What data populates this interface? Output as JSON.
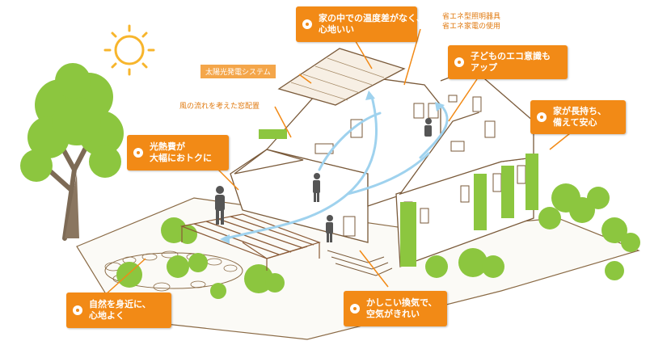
{
  "colors": {
    "orange": "#f28a16",
    "green": "#8cc63f",
    "line": "#6b4e2f",
    "air": "#9fd2ee",
    "sun": "#f7b52c"
  },
  "callouts": {
    "temperature": {
      "line1": "家の中での温度差がなく、",
      "line2": "心地いい"
    },
    "eco_kids": {
      "line1": "子どものエコ意識も",
      "line2": "アップ"
    },
    "durable": {
      "line1": "家が長持ち、",
      "line2": "備えて安心"
    },
    "utility": {
      "line1": "光熱費が",
      "line2": "大幅におトクに"
    },
    "nature": {
      "line1": "自然を身近に、",
      "line2": "心地よく"
    },
    "ventilation": {
      "line1": "かしこい換気で、",
      "line2": "空気がきれい"
    }
  },
  "labels": {
    "solar": "太陽光発電システム",
    "wind": "風の流れを考えた窓配置",
    "lighting_1": "省エネ型照明器具",
    "lighting_2": "省エネ家電の使用"
  },
  "icons": [
    "sun-icon",
    "tree-icon",
    "person-icon"
  ]
}
